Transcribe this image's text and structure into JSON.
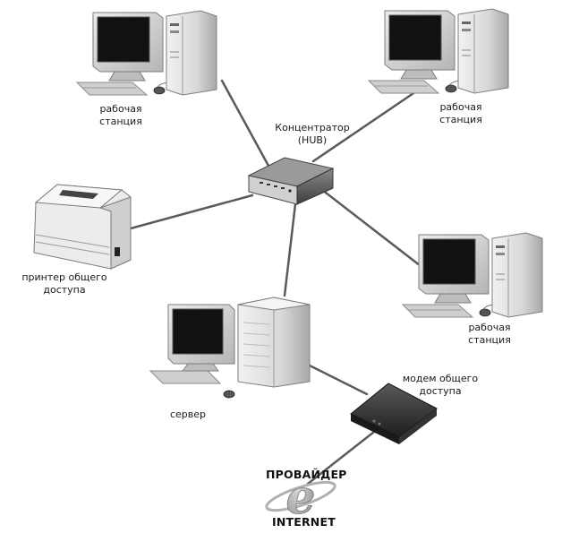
{
  "nodes": {
    "workstation_top_left": {
      "line1": "рабочая",
      "line2": "станция"
    },
    "workstation_top_right": {
      "line1": "рабочая",
      "line2": "станция"
    },
    "workstation_right": {
      "line1": "рабочая",
      "line2": "станция"
    },
    "hub": {
      "line1": "Концентратор",
      "line2": "(HUB)"
    },
    "printer": {
      "line1": "принтер общего",
      "line2": "доступа"
    },
    "server": {
      "line1": "сервер"
    },
    "modem": {
      "line1": "модем общего",
      "line2": "доступа"
    },
    "provider": {
      "label": "ПРОВАЙДЕР",
      "logo_letter": "e",
      "internet": "INTERNET"
    }
  },
  "icons": {
    "workstation": "desktop-computer-icon",
    "hub": "network-hub-icon",
    "printer": "laser-printer-icon",
    "server": "server-tower-icon",
    "modem": "modem-icon",
    "internet": "internet-explorer-logo-icon"
  },
  "colors": {
    "link": "#555555",
    "device_light": "#d9d9d9",
    "device_dark": "#3a3a3a",
    "screen": "#111111",
    "logo": "#9a9a9a"
  }
}
